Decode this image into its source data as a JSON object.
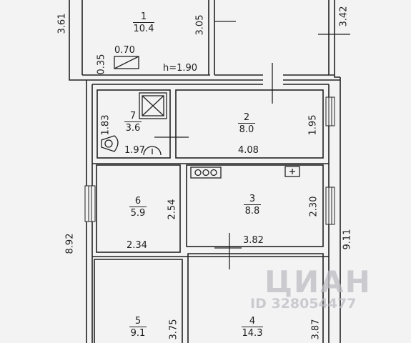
{
  "rooms": [
    {
      "id": "1",
      "number": "1",
      "area": "10.4"
    },
    {
      "id": "2",
      "number": "2",
      "area": "8.0"
    },
    {
      "id": "3",
      "number": "3",
      "area": "8.8"
    },
    {
      "id": "4",
      "number": "4",
      "area": "14.3"
    },
    {
      "id": "5",
      "number": "5",
      "area": "9.1"
    },
    {
      "id": "6",
      "number": "6",
      "area": "5.9"
    },
    {
      "id": "7",
      "number": "7",
      "area": "3.6"
    }
  ],
  "dimensions": {
    "d361": "3.61",
    "d305": "3.05",
    "d342": "3.42",
    "d070": "0.70",
    "d035": "0.35",
    "height": "h=1.90",
    "d183": "1.83",
    "d197": "1.97",
    "d195": "1.95",
    "d408": "4.08",
    "d254": "2.54",
    "d230": "2.30",
    "d234": "2.34",
    "d382": "3.82",
    "d892": "8.92",
    "d911": "9.11",
    "d375": "3.75",
    "d387": "3.87"
  },
  "watermark": {
    "brand": "ЦИАН",
    "id": "ID 328054477"
  }
}
